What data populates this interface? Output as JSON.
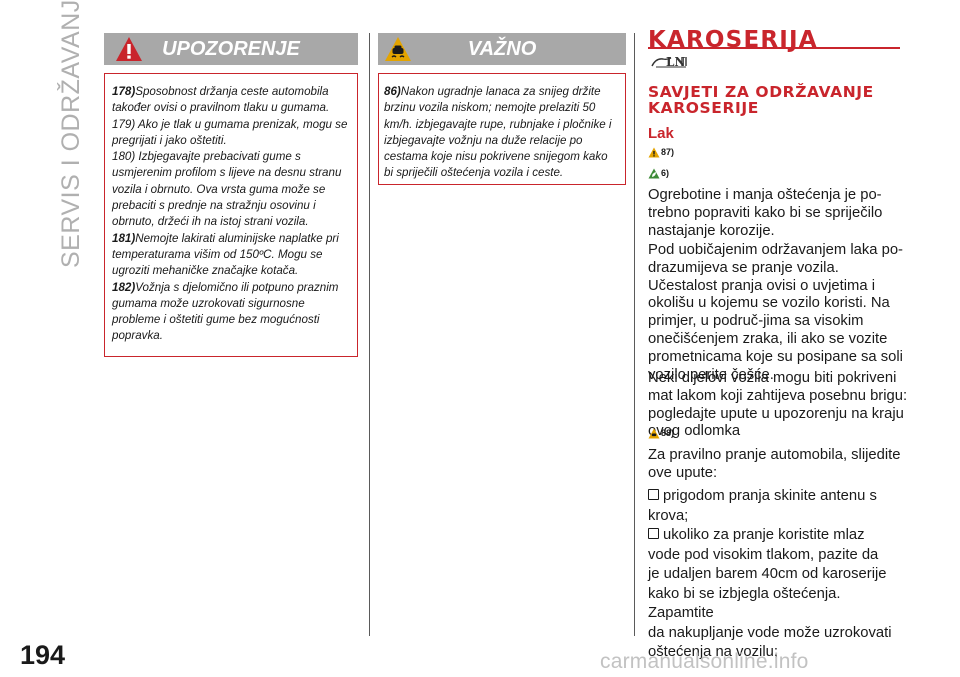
{
  "sidebar": {
    "section_title": "SERVIS I ODRŽAVANJE"
  },
  "page": {
    "number": "194"
  },
  "warning": {
    "banner_label": "UPOZORENJE",
    "notes": [
      {
        "num": "178)",
        "text": "Sposobnost držanja ceste automobila također ovisi o pravilnom tlaku u gumama."
      },
      {
        "num": "",
        "text": "179) Ako je tlak u gumama prenizak, mogu se pregrijati i jako oštetiti."
      },
      {
        "num": "",
        "text": "180) Izbjegavajte prebacivati gume s usmjerenim profilom s lijeve na desnu stranu vozila i obrnuto. Ova vrsta guma može se prebaciti s prednje na stražnju osovinu i obrnuto, držeći ih na istoj strani vozila."
      },
      {
        "num": "181)",
        "text": "Nemojte lakirati aluminijske naplatke pri temperaturama višim od 150ºC. Mogu se ugroziti mehaničke značajke kotača."
      },
      {
        "num": "182)",
        "text": "Vožnja s djelomično ili potpuno praznim gumama može uzrokovati sigurnosne probleme i oštetiti gume bez mogućnosti popravka."
      }
    ]
  },
  "important": {
    "banner_label": "VAŽNO",
    "note_num": "86)",
    "note_text": "Nakon ugradnje lanaca za snijeg držite brzinu vozila niskom; nemojte prelaziti 50 km/h. izbjegavajte rupe, rubnjake i pločnike i izbjegavajte vožnju na duže relacije po cestama koje nisu pokrivene snijegom kako bi spriječili oštećenja vozila i ceste."
  },
  "body_section": {
    "title": "KAROSERIJA",
    "section_heading": "SAVJETI ZA ODRŽAVANJE KAROSERIJE",
    "sub_heading": "Lak",
    "ref_warning_1": "87)",
    "ref_env_1": "6)",
    "paragraphs": [
      "Ogrebotine i manja oštećenja je po-trebno popraviti kako bi se spriječilo nastajanje korozije.",
      "Pod uobičajenim održavanjem laka po-drazumijeva se pranje vozila. Učestalost pranja ovisi o uvjetima i okolišu u kojemu se vozilo koristi. Na primjer, u područ-jima sa visokim onečišćenjem zraka, ili ako se vozite prometnicama koje su posipane sa soli vozilo perite češće.",
      "Neki dijelovi vozila mogu biti pokriveni mat lakom koji zahtijeva posebnu brigu: pogledajte upute u upozorenju na kraju ovog odlomka"
    ],
    "ref_important_1": "88)",
    "wash_intro": "Za pravilno pranje automobila, slijedite ove upute:",
    "bullet_1_lines": [
      "prigodom pranja skinite antenu s",
      "krova;"
    ],
    "bullet_2_lines": [
      "ukoliko za pranje koristite mlaz",
      "vode pod visokim tlakom, pazite da",
      "je udaljen barem 40cm od karoserije",
      "kako bi se izbjegla oštećenja. Zapamtite",
      "da nakupljanje vode može uzrokovati",
      "oštećenja na vozilu;"
    ]
  },
  "watermark": {
    "text": "carmanualsonline.info"
  },
  "colors": {
    "accent_red": "#c9252c",
    "banner_grey": "#a8a8a8",
    "side_title_grey": "#b0b0b0"
  },
  "icons": [
    "warning-triangle-icon",
    "car-skid-icon",
    "car-brand-logo-icon",
    "warning-triangle-small-icon",
    "environment-leaf-icon",
    "car-skid-small-icon",
    "checkbox-bullet-icon"
  ]
}
